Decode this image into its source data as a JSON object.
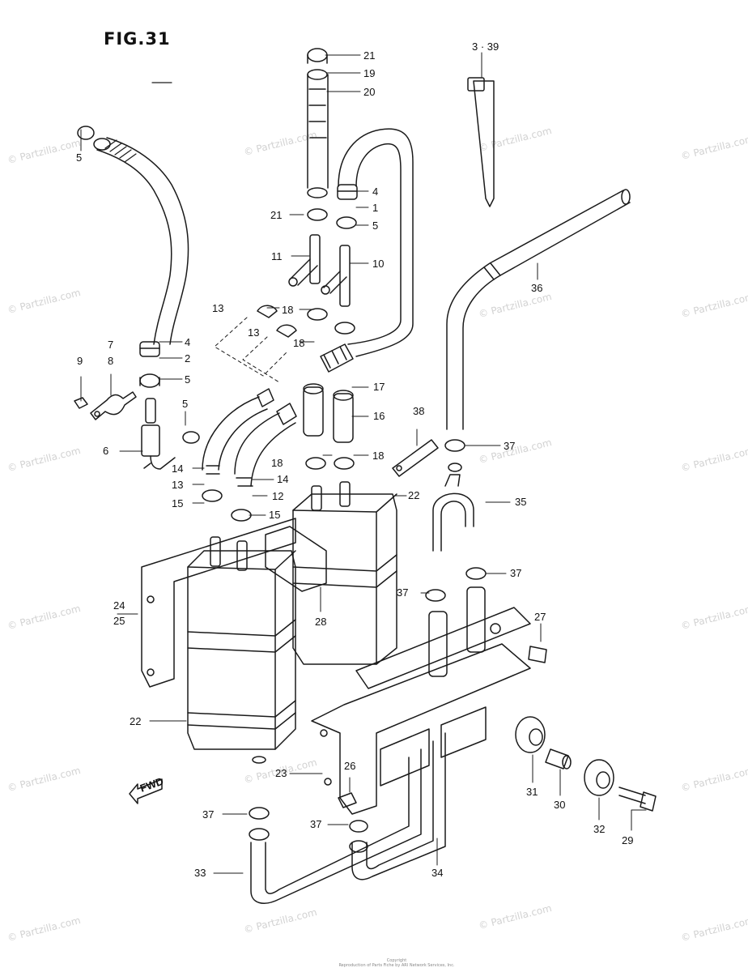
{
  "figure": {
    "title": "FIG.31"
  },
  "watermark": "© Partzilla.com",
  "fwd_label": "FWD",
  "copyright": [
    "Copyright",
    "Reproduction of Parts Fiche by ARI Network Services, Inc."
  ],
  "callouts": [
    "1",
    "2",
    "3 · 39",
    "4",
    "5",
    "6",
    "7",
    "8",
    "9",
    "10",
    "11",
    "12",
    "13",
    "14",
    "15",
    "16",
    "17",
    "18",
    "19",
    "20",
    "21",
    "22",
    "23",
    "24",
    "25",
    "26",
    "27",
    "28",
    "29",
    "30",
    "31",
    "32",
    "33",
    "34",
    "35",
    "36",
    "37",
    "38"
  ],
  "colors": {
    "line": "#1a1a1a",
    "watermark": "#d2d2d2",
    "background": "#ffffff"
  }
}
